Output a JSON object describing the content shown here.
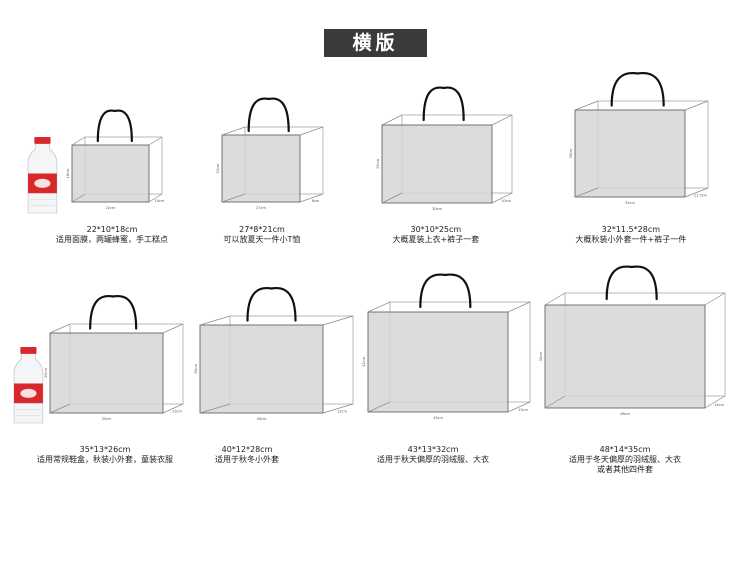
{
  "title": "横版",
  "products": [
    {
      "size": "22*10*18cm",
      "use": "适用面膜，两罐蜂蜜，手工糕点",
      "width_label": "22cm",
      "depth_label": "10cm",
      "height_label": "18cm"
    },
    {
      "size": "27*8*21cm",
      "use": "可以放夏天一件小T恤",
      "width_label": "27cm",
      "depth_label": "8cm",
      "height_label": "21cm"
    },
    {
      "size": "30*10*25cm",
      "use": "大概夏装上衣+裤子一套",
      "width_label": "30cm",
      "depth_label": "10cm",
      "height_label": "25cm"
    },
    {
      "size": "32*11.5*28cm",
      "use": "大概秋装小外套一件+裤子一件",
      "width_label": "32cm",
      "depth_label": "11.5cm",
      "height_label": "28cm"
    },
    {
      "size": "35*13*26cm",
      "use": "适用常规鞋盒，秋装小外套，童装衣服",
      "width_label": "35cm",
      "depth_label": "13cm",
      "height_label": "26cm"
    },
    {
      "size": "40*12*28cm",
      "use": "适用于秋冬小外套",
      "width_label": "40cm",
      "depth_label": "12cm",
      "height_label": "28cm"
    },
    {
      "size": "43*13*32cm",
      "use": "适用于秋天偏厚的羽绒服、大衣",
      "width_label": "43cm",
      "depth_label": "13cm",
      "height_label": "32cm"
    },
    {
      "size": "48*14*35cm",
      "use": "适用于冬天偏厚的羽绒服、大衣",
      "use2": "或者其他四件套",
      "width_label": "48cm",
      "depth_label": "14cm",
      "height_label": "35cm"
    }
  ],
  "colors": {
    "banner": "#3a3a3a",
    "bag_fill": "#d6d6d6",
    "edge": "#555555",
    "handle": "#111111",
    "bottle_red": "#d8282c"
  }
}
